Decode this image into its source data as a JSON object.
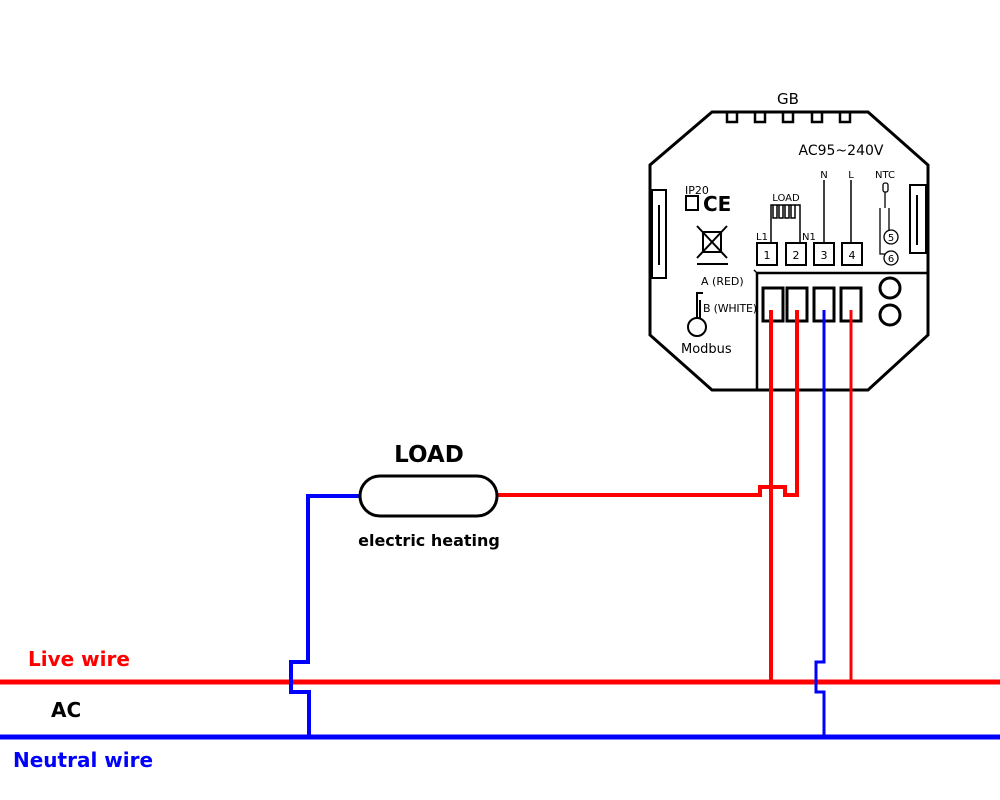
{
  "colors": {
    "live": "#ff0000",
    "neutral": "#0000ff",
    "device": "#000000"
  },
  "device": {
    "standard": "GB",
    "voltage": "AC95~240V",
    "ip_rating": "IP20",
    "ce_mark": "CE",
    "load_label": "LOAD",
    "terminal_labels": {
      "l1": "L1",
      "n1": "N1",
      "n": "N",
      "l": "L",
      "ntc": "NTC"
    },
    "terminals": [
      "1",
      "2",
      "3",
      "4"
    ],
    "ntc_terminals": [
      "5",
      "6"
    ],
    "modbus_a": "A (RED)",
    "modbus_b": "B (WHITE)",
    "modbus": "Modbus"
  },
  "load": {
    "title": "LOAD",
    "subtitle": "electric heating"
  },
  "lines": {
    "live": "Live wire",
    "ac": "AC",
    "neutral": "Neutral wire"
  }
}
